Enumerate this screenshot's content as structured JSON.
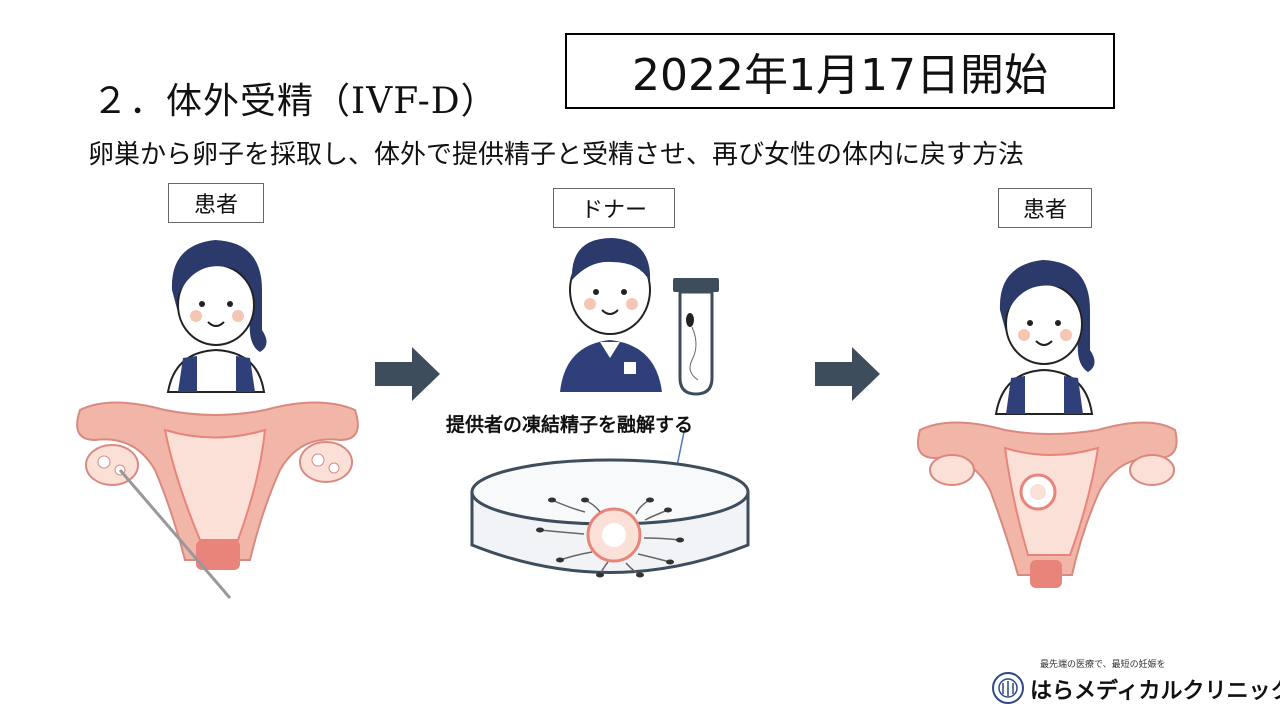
{
  "slide": {
    "title": "２．体外受精（IVF-D）",
    "start_date": "2022年1月17日開始",
    "description": "卵巣から卵子を採取し、体外で提供精子と受精させ、再び女性の体内に戻す方法"
  },
  "roles": {
    "patient_left": "患者",
    "donor": "ドナー",
    "patient_right": "患者"
  },
  "annotation": "提供者の凍結精子を融解する",
  "clinic": {
    "tagline": "最先端の医療で、最短の妊娠を",
    "name": "はらメディカルクリニック"
  },
  "colors": {
    "arrow": "#3d4d5c",
    "hair": "#2b3a6b",
    "apron": "#2f3f7a",
    "uterus": "#f2b6a8",
    "uterus_inner": "#e8847a",
    "annotation_line": "#4a78c0"
  }
}
